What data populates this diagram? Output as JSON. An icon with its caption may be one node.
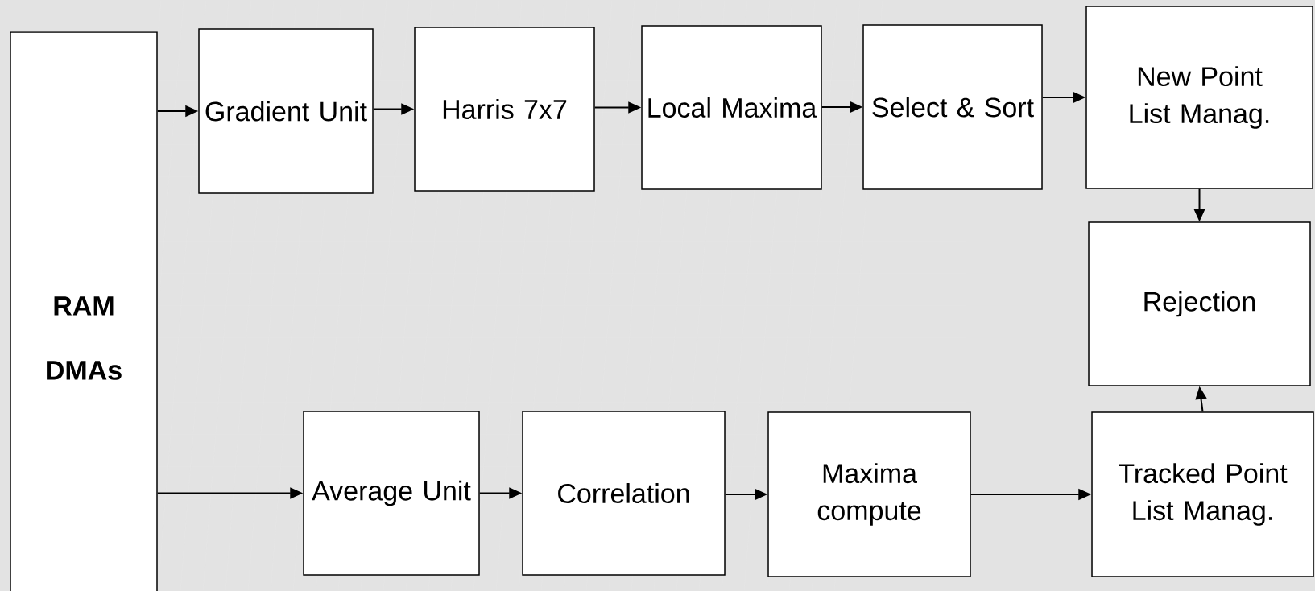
{
  "diagram": {
    "nodes": [
      {
        "text": [
          "RAM",
          "DMAs"
        ]
      },
      {
        "text": [
          "Gradient Unit"
        ]
      },
      {
        "text": [
          "Harris 7x7"
        ]
      },
      {
        "text": [
          "Local Maxima"
        ]
      },
      {
        "text": [
          "Select & Sort"
        ]
      },
      {
        "text": [
          "New Point List Manag."
        ]
      },
      {
        "text": [
          "Rejection"
        ]
      },
      {
        "text": [
          "Average Unit"
        ]
      },
      {
        "text": [
          "Correlation"
        ]
      },
      {
        "text": [
          "Maxima compute"
        ]
      },
      {
        "text": [
          "Tracked Point List Manag."
        ]
      }
    ],
    "edges": [
      {
        "from": 0,
        "to": 1,
        "arrow": "to"
      },
      {
        "from": 1,
        "to": 2,
        "arrow": "to"
      },
      {
        "from": 2,
        "to": 3,
        "arrow": "to"
      },
      {
        "from": 3,
        "to": 4,
        "arrow": "to"
      },
      {
        "from": 4,
        "to": 5,
        "arrow": "to"
      },
      {
        "from": 5,
        "to": 6,
        "arrow": "to"
      },
      {
        "from": 0,
        "to": 7,
        "arrow": "to"
      },
      {
        "from": 7,
        "to": 8,
        "arrow": "to"
      },
      {
        "from": 8,
        "to": 9,
        "arrow": "to"
      },
      {
        "from": 9,
        "to": 10,
        "arrow": "to"
      },
      {
        "from": 10,
        "to": 6,
        "arrow": "to"
      }
    ]
  }
}
